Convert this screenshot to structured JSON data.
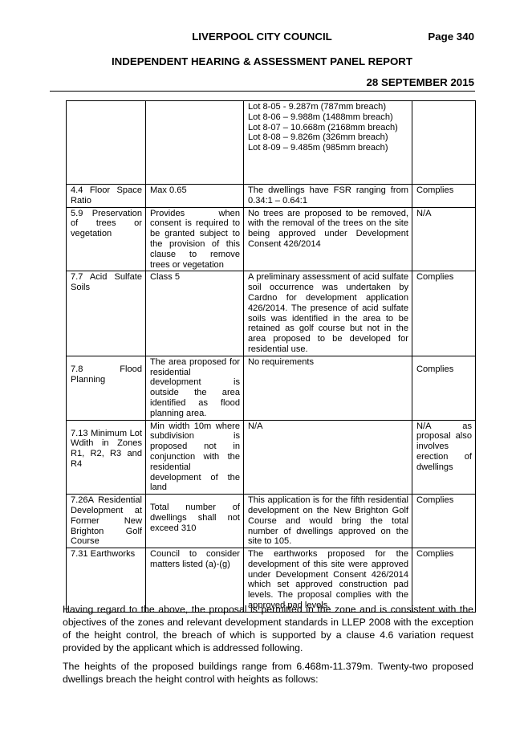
{
  "header": {
    "council": "LIVERPOOL CITY COUNCIL",
    "page": "Page 340",
    "report": "INDEPENDENT HEARING & ASSESSMENT PANEL REPORT",
    "date": "28 SEPTEMBER 2015"
  },
  "table": {
    "continuation_lots": [
      "Lot 8-05 -  9.287m (787mm breach)",
      "Lot 8-06 – 9.988m (1488mm breach)",
      "Lot 8-07 – 10.668m (2168mm breach)",
      "Lot 8-08 – 9.826m (326mm breach)",
      "Lot 8-09 – 9.485m (985mm breach)"
    ],
    "rows": [
      {
        "clause": "4.4 Floor Space Ratio",
        "requirement": "Max 0.65",
        "proposal": "The dwellings have FSR ranging from 0.34:1 – 0.64:1",
        "compliance": "Complies"
      },
      {
        "clause": "5.9 Preservation of trees or vegetation",
        "requirement": "Provides when consent is required to be granted subject to the provision of this clause to remove trees or vegetation",
        "proposal": "No trees are proposed to be removed, with the removal of the trees on the site being approved under Development Consent 426/2014",
        "compliance": "N/A"
      },
      {
        "clause": "7.7 Acid Sulfate Soils",
        "requirement": "Class 5",
        "proposal": "A preliminary assessment of acid sulfate soil occurrence was undertaken by Cardno for development application 426/2014. The presence of acid sulfate soils was identified in the area to be retained as golf course but not in the area proposed to be developed for residential use.",
        "compliance": "Complies"
      },
      {
        "clause": "7.8 Flood Planning",
        "requirement": "The area proposed for residential development is outside the area identified as flood planning area.",
        "proposal": "No requirements",
        "compliance": "Complies"
      },
      {
        "clause": "7.13 Minimum Lot Wdith in Zones R1, R2, R3 and R4",
        "requirement": "Min width 10m where subdivision is proposed not in conjunction with the residential development of the land",
        "proposal": "N/A",
        "compliance": "N/A as proposal also involves erection of dwellings"
      },
      {
        "clause": "7.26A Residential Development at Former New Brighton Golf Course",
        "requirement": "Total number of dwellings shall not exceed 310",
        "proposal": "This application is for the fifth residential development on the New Brighton Golf Course and would bring the total number of dwellings approved on the site to 105.",
        "compliance": "Complies"
      },
      {
        "clause": "7.31 Earthworks",
        "requirement": "Council to consider matters listed (a)-(g)",
        "proposal": "The earthworks proposed for the development of this site were approved under Development Consent 426/2014 which set approved construction pad levels. The proposal complies with the approved pad levels.",
        "compliance": "Complies"
      }
    ]
  },
  "body": {
    "para1": "Having regard to the above, the proposal is permitted in the zone and is consistent with the objectives of the zones and relevant development standards in LLEP 2008 with the exception of the height control, the breach of which is supported by a clause 4.6 variation request provided by the applicant which is addressed following.",
    "para2": "The heights of the proposed buildings range from 6.468m-11.379m. Twenty-two proposed dwellings breach the height control with heights as follows:"
  }
}
